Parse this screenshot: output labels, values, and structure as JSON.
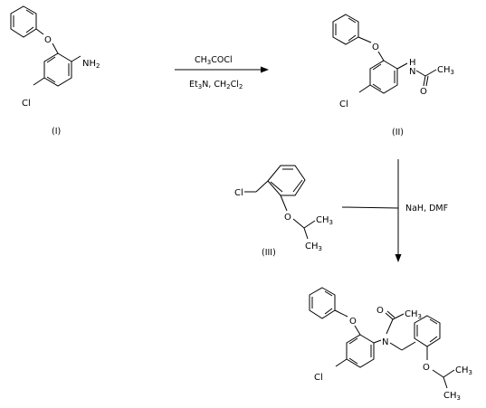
{
  "compounds": {
    "I": {
      "label": "(I)",
      "atoms": {
        "o_ether": "O",
        "nh2_n": "NH",
        "nh2_sub": "2",
        "cl": "Cl"
      }
    },
    "II": {
      "label": "(II)",
      "atoms": {
        "o_ether": "O",
        "nh_h": "H",
        "nh_n": "N",
        "o_carbonyl": "O",
        "ch3_c": "CH",
        "ch3_sub": "3",
        "cl": "Cl"
      }
    },
    "III": {
      "label": "(III)",
      "atoms": {
        "cl": "Cl",
        "o_ether": "O",
        "ch3_top_c": "CH",
        "ch3_top_sub": "3",
        "ch3_bot_c": "CH",
        "ch3_bot_sub": "3"
      }
    },
    "product": {
      "atoms": {
        "o_ether1": "O",
        "o_carbonyl": "O",
        "ch3_acetyl_c": "CH",
        "ch3_acetyl_sub": "3",
        "n": "N",
        "cl": "Cl",
        "o_ether2": "O",
        "ch3_top_c": "CH",
        "ch3_top_sub": "3",
        "ch3_bot_c": "CH",
        "ch3_bot_sub": "3"
      }
    }
  },
  "step1": {
    "reagent_top": {
      "a": "CH",
      "a_sub": "3",
      "b": "COCl"
    },
    "reagent_bottom": {
      "a": "Et",
      "a_sub": "3",
      "b": "N, CH",
      "b_sub": "2",
      "c": "Cl",
      "c_sub": "2"
    }
  },
  "step2": {
    "reagent": "NaH, DMF"
  }
}
